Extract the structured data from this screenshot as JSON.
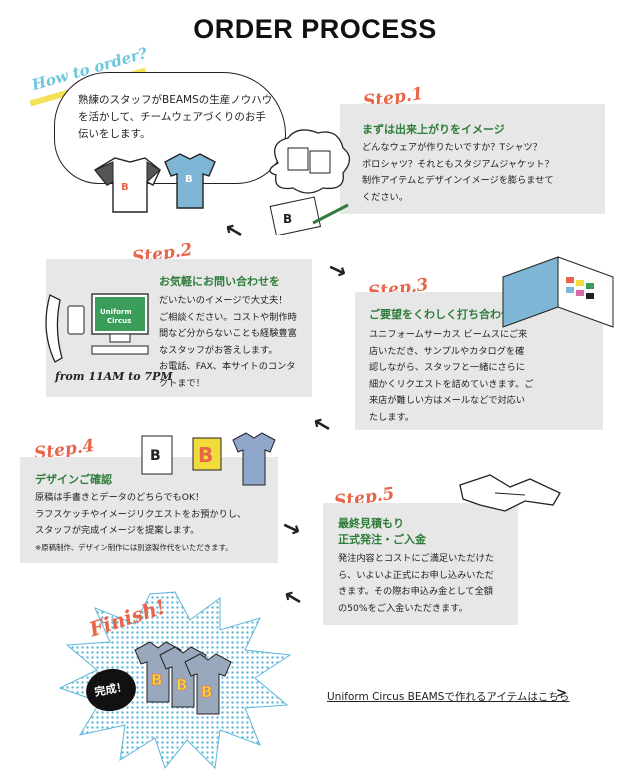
{
  "header": {
    "title": "ORDER PROCESS"
  },
  "intro": {
    "how_to": "How to order?",
    "text": "熟練のスタッフがBEAMSの生産ノウハウを活かして、チームウェアづくりのお手伝いをします。"
  },
  "steps": [
    {
      "label": "Step.1",
      "title": "まずは出来上がりをイメージ",
      "text": "どんなウェアが作りたいですか？Tシャツ？\nポロシャツ？それともスタジアムジャケット？\n制作アイテムとデザインイメージを膨らませて\nください。"
    },
    {
      "label": "Step.2",
      "title": "お気軽にお問い合わせを",
      "text": "だいたいのイメージで大丈夫！\nご相談ください。コストや制作時\n間など分からないことも経験豊富\nなスタッフがお答えします。\nお電話、FAX、本サイトのコンタ\nクトまで！",
      "hours": "from 11AM to 7PM",
      "logo_text": "Uniform Circus"
    },
    {
      "label": "Step.3",
      "title": "ご要望をくわしく打ち合わせ",
      "text": "ユニフォームサーカス ビームスにご来\n店いただき、サンプルやカタログを確\n認しながら、スタッフと一緒にさらに\n細かくリクエストを詰めていきます。ご\n来店が難しい方はメールなどで対応い\nたします。"
    },
    {
      "label": "Step.4",
      "title": "デザインご確認",
      "text": "原稿は手書きとデータのどちらでもOK！\nラフスケッチやイメージリクエストをお預かりし、\nスタッフが完成イメージを提案します。",
      "note": "※原稿制作、デザイン制作には別途製作代をいただきます。"
    },
    {
      "label": "Step.5",
      "title": "最終見積もり\n正式発注・ご入金",
      "text": "発注内容とコストにご満足いただけた\nら、いよいよ正式にお申し込みいただ\nきます。その際お申込み金として全額\nの50%をご入金いただきます。"
    }
  ],
  "finish": {
    "label": "Finish!",
    "badge": "完成！"
  },
  "items_link": {
    "label": "Uniform Circus BEAMSで作れるアイテムはこちら",
    "chevron": ">"
  },
  "colors": {
    "accent": "#e8654a",
    "title_green": "#2f7d3a",
    "box_gray": "#e7e7e7",
    "sky": "#6cc6dd",
    "yellow": "#f2dc3b"
  }
}
